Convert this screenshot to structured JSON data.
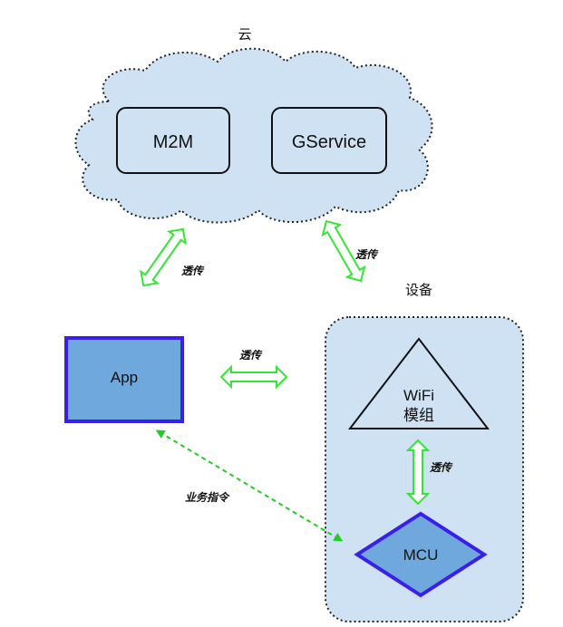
{
  "cloud": {
    "title": "云",
    "boxes": {
      "m2m": "M2M",
      "gservice": "GService"
    }
  },
  "device": {
    "title": "设备",
    "wifi_line1": "WiFi",
    "wifi_line2": "模组",
    "mcu": "MCU"
  },
  "app": {
    "label": "App"
  },
  "connections": {
    "cloud_to_app": "透传",
    "cloud_to_device": "透传",
    "app_to_device": "透传",
    "wifi_to_mcu": "透传",
    "app_to_mcu": "业务指令"
  },
  "colors": {
    "panel_fill": "#cfe2f3",
    "app_fill": "#6fa8dc",
    "node_border": "#3a1eea",
    "arrow_green": "#33e633",
    "dashed_arrow": "#22cc22"
  }
}
